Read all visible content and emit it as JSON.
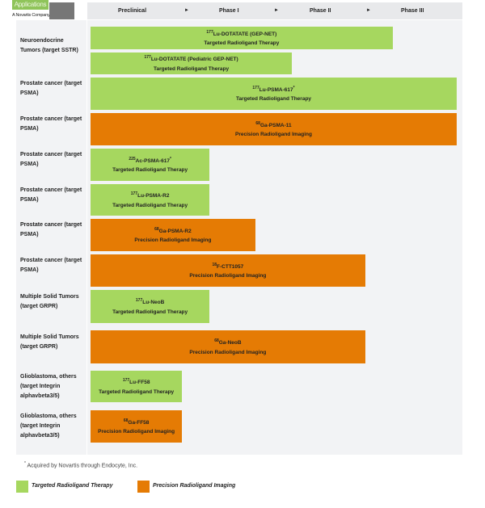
{
  "logo": {
    "text": "Applications",
    "sub": "A Novartis Company"
  },
  "header": {
    "phases": [
      "Preclinical",
      "Phase I",
      "Phase II",
      "Phase III"
    ],
    "arrow": "►"
  },
  "colors": {
    "therapy": "#a6d75f",
    "imaging": "#e57b04",
    "background": "#f2f3f5"
  },
  "groups": [
    {
      "label": "Neuroendocrine Tumors (target SSTR)"
    },
    {
      "label": "Prostate cancer (target PSMA)"
    },
    {
      "label": "Prostate cancer (target PSMA)"
    },
    {
      "label": "Prostate cancer (target PSMA)"
    },
    {
      "label": "Prostate cancer (target PSMA)"
    },
    {
      "label": "Prostate cancer (target PSMA)"
    },
    {
      "label": "Prostate cancer (target PSMA)"
    },
    {
      "label": "Multiple Solid Tumors (target GRPR)"
    },
    {
      "label": "Multiple Solid Tumors (target GRPR)"
    },
    {
      "label": "Glioblastoma, others (target Integrin alphavbeta3/5)"
    },
    {
      "label": "Glioblastoma, others (target Integrin alphavbeta3/5)"
    }
  ],
  "bars": [
    {
      "iso": "177",
      "name": "Lu-DOTATATE (GEP-NET)",
      "star": "",
      "type": "Targeted Radioligand Therapy",
      "kind": "therapy",
      "phase_reached": 3.3
    },
    {
      "iso": "177",
      "name": "Lu-DOTATATE (Pediatric GEP-NET)",
      "star": "",
      "type": "Targeted Radioligand Therapy",
      "kind": "therapy",
      "phase_reached": 2.2
    },
    {
      "iso": "177",
      "name": "Lu-PSMA-617",
      "star": "*",
      "type": "Targeted Radioligand Therapy",
      "kind": "therapy",
      "phase_reached": 4
    },
    {
      "iso": "68",
      "name": "Ga-PSMA-11",
      "star": "",
      "type": "Precision Radioligand Imaging",
      "kind": "imaging",
      "phase_reached": 4
    },
    {
      "iso": "225",
      "name": "Ac-PSMA-617",
      "star": "*",
      "type": "Targeted Radioligand Therapy",
      "kind": "therapy",
      "phase_reached": 1.3
    },
    {
      "iso": "177",
      "name": "Lu-PSMA-R2",
      "star": "",
      "type": "Targeted Radioligand Therapy",
      "kind": "therapy",
      "phase_reached": 1.3
    },
    {
      "iso": "68",
      "name": "Ga-PSMA-R2",
      "star": "",
      "type": "Precision Radioligand Imaging",
      "kind": "imaging",
      "phase_reached": 1.8
    },
    {
      "iso": "18",
      "name": "F-CTT1057",
      "star": "",
      "type": "Precision Radioligand Imaging",
      "kind": "imaging",
      "phase_reached": 3
    },
    {
      "iso": "177",
      "name": "Lu-NeoB",
      "star": "",
      "type": "Targeted Radioligand Therapy",
      "kind": "therapy",
      "phase_reached": 1.3
    },
    {
      "iso": "68",
      "name": "Ga-NeoB",
      "star": "",
      "type": "Precision Radioligand Imaging",
      "kind": "imaging",
      "phase_reached": 3
    },
    {
      "iso": "177",
      "name": "Lu-FF58",
      "star": "",
      "type": "Targeted Radioligand Therapy",
      "kind": "therapy",
      "phase_reached": 1
    },
    {
      "iso": "68",
      "name": "Ga-FF58",
      "star": "",
      "type": "Precision Radioligand Imaging",
      "kind": "imaging",
      "phase_reached": 1
    }
  ],
  "footnote": {
    "mark": "*",
    "text": "Acquired by Novartis through Endocyte, Inc."
  },
  "legend": [
    {
      "label": "Targeted Radioligand Therapy",
      "kind": "therapy"
    },
    {
      "label": "Precision Radioligand Imaging",
      "kind": "imaging"
    }
  ]
}
